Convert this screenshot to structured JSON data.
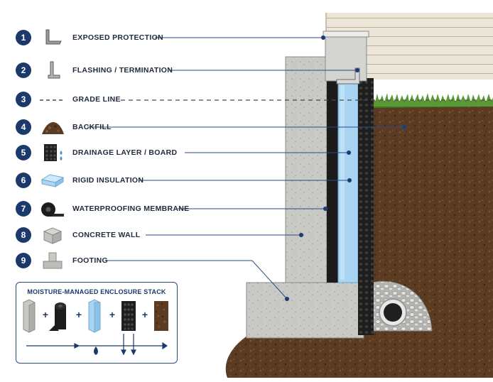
{
  "legend": [
    {
      "number": "1",
      "label": "EXPOSED PROTECTION",
      "icon": "angle-flashing-icon"
    },
    {
      "number": "2",
      "label": "FLASHING / TERMINATION",
      "icon": "termination-bar-icon"
    },
    {
      "number": "3",
      "label": "GRADE LINE",
      "icon": "dashed-line-icon"
    },
    {
      "number": "4",
      "label": "BACKFILL",
      "icon": "soil-pile-icon"
    },
    {
      "number": "5",
      "label": "DRAINAGE LAYER / BOARD",
      "icon": "dimple-board-icon"
    },
    {
      "number": "6",
      "label": "RIGID INSULATION",
      "icon": "insulation-board-icon"
    },
    {
      "number": "7",
      "label": "WATERPROOFING MEMBRANE",
      "icon": "membrane-roll-icon"
    },
    {
      "number": "8",
      "label": "CONCRETE WALL",
      "icon": "concrete-block-icon"
    },
    {
      "number": "9",
      "label": "FOOTING",
      "icon": "footing-block-icon"
    }
  ],
  "stack": {
    "title": "MOISTURE-MANAGED ENCLOSURE STACK",
    "plus_signs": [
      "+",
      "+",
      "+",
      "+"
    ],
    "items": [
      "concrete-block-icon",
      "membrane-roll-icon",
      "insulation-board-icon",
      "dimple-board-icon",
      "soil-block-icon"
    ]
  },
  "colors": {
    "badge": "#1b3a6b",
    "leader": "#2a4a86",
    "insulation": "#a8d4f0",
    "soil": "#5a3a22",
    "concrete": "#c8c8c4",
    "membrane": "#1c1c1c",
    "grass": "#4e8a2e",
    "siding": "#ece6d8"
  }
}
